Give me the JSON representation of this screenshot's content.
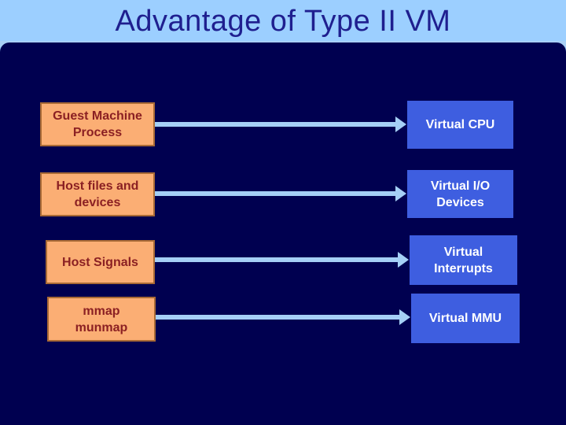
{
  "slide": {
    "title": "Advantage of Type II VM"
  },
  "diagram": {
    "rows": [
      {
        "left_label": "Guest Machine\nProcess",
        "right_label": "Virtual CPU"
      },
      {
        "left_label": "Host files and\ndevices",
        "right_label": "Virtual I/O\nDevices"
      },
      {
        "left_label": "Host Signals",
        "right_label": "Virtual\nInterrupts"
      },
      {
        "left_label": "mmap\nmunmap",
        "right_label": "Virtual MMU"
      }
    ]
  },
  "colors": {
    "header_bg": "#9CCFFF",
    "body_bg": "#000050",
    "source_box_fill": "#FBAE74",
    "source_box_border": "#A96A35",
    "source_box_text": "#8B2023",
    "target_box_fill": "#3E5EE0",
    "target_box_text": "#FFFFFF",
    "arrow": "#A5CFF6",
    "title_text": "#1F1F8F"
  }
}
